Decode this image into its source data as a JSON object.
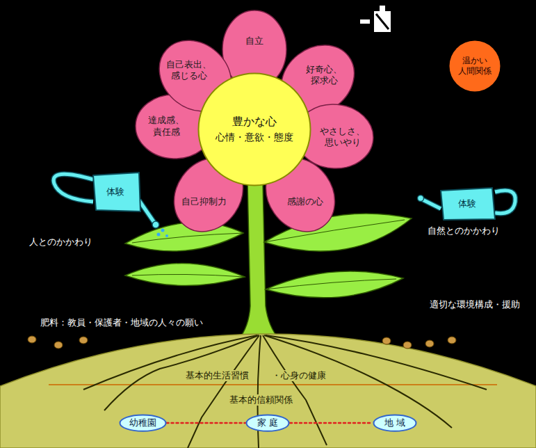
{
  "diagram": {
    "nodes": [
      {
        "text": [
          "自立"
        ]
      },
      {
        "text": [
          "好奇心、 探求心"
        ]
      },
      {
        "text": [
          "やさしさ、 思いやり"
        ]
      },
      {
        "text": [
          "感謝の心"
        ]
      },
      {
        "text": [
          "自己抑制力"
        ]
      },
      {
        "text": [
          "達成感、 責任感"
        ]
      },
      {
        "text": [
          "自己表出、 感じる心"
        ]
      },
      {
        "text": [
          "豊かな心",
          "心情・意欲・態度"
        ]
      },
      {
        "text": [
          "温かい 人間関係"
        ]
      },
      {
        "text": [
          "体験"
        ]
      },
      {
        "text": [
          "体験"
        ]
      },
      {
        "text": [
          "基本的生活習慣",
          "・心身の健康",
          "基本的信頼関係"
        ]
      },
      {
        "text": [
          "幼稚園"
        ],
        "in": 11
      },
      {
        "text": [
          "家 庭"
        ],
        "in": 11
      },
      {
        "text": [
          "地 域"
        ],
        "in": 11
      }
    ],
    "edges": [
      {
        "from": 12,
        "to": 13,
        "arrow": "none"
      },
      {
        "from": 13,
        "to": 14,
        "arrow": "none"
      }
    ],
    "labels": [
      "人とのかかわり",
      "自然とのかかわり",
      "肥料：教員・保護者・地域の人々の願い",
      "適切な環境構成・援助"
    ]
  }
}
